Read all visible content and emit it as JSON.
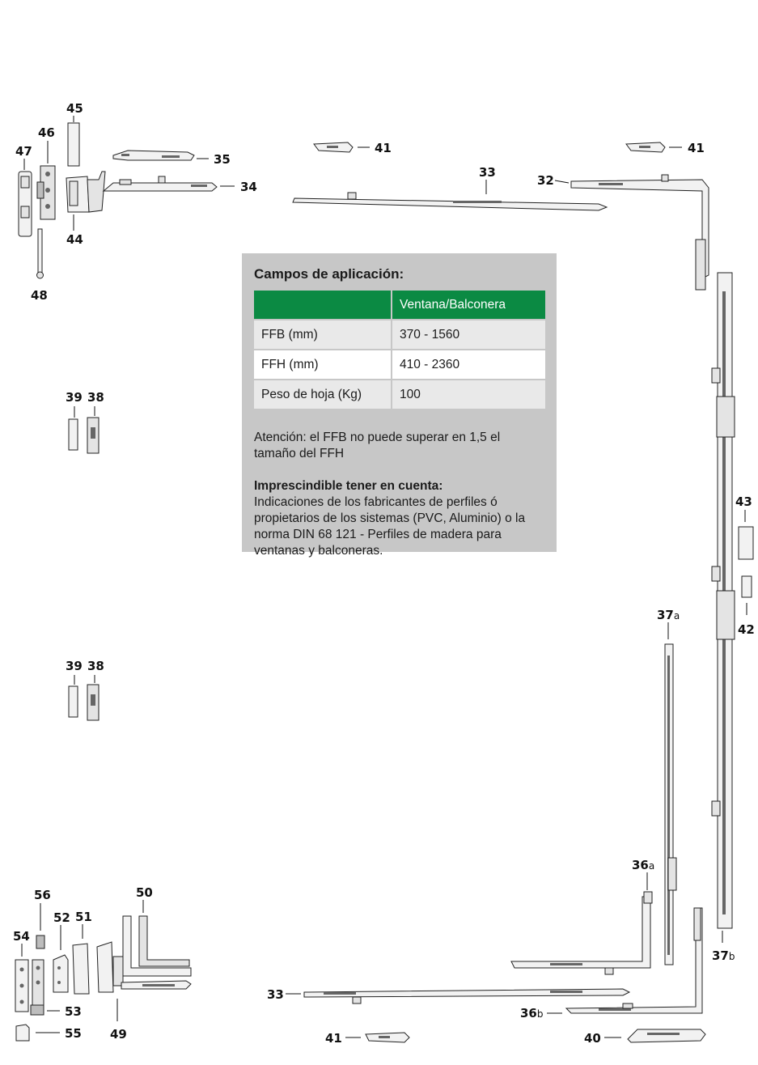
{
  "labels": {
    "n45": "45",
    "n46": "46",
    "n47": "47",
    "n35": "35",
    "n34": "34",
    "n44": "44",
    "n48": "48",
    "n41_left": "41",
    "n41_right": "41",
    "n33_top": "33",
    "n32": "32",
    "n39_top": "39",
    "n38_top": "38",
    "n39_mid": "39",
    "n38_mid": "38",
    "n43": "43",
    "n42": "42",
    "n37a_num": "37",
    "n37a_sub": "a",
    "n36a_num": "36",
    "n36a_sub": "a",
    "n37b_num": "37",
    "n37b_sub": "b",
    "n36b_num": "36",
    "n36b_sub": "b",
    "n56": "56",
    "n52": "52",
    "n51": "51",
    "n50": "50",
    "n54": "54",
    "n53": "53",
    "n55": "55",
    "n49": "49",
    "n33_bottom": "33",
    "n41_bottom": "41",
    "n40": "40"
  },
  "panel": {
    "title": "Campos de aplicación:",
    "table": {
      "header": [
        "",
        "Ventana/Balconera"
      ],
      "rows": [
        [
          "FFB (mm)",
          "370 - 1560"
        ],
        [
          "FFH (mm)",
          "410 - 2360"
        ],
        [
          "Peso de hoja (Kg)",
          "100"
        ]
      ]
    },
    "note": "Atención: el FFB no puede superar en 1,5 el tamaño del FFH",
    "tips_title": "Imprescindible tener en cuenta:",
    "tips_body": "Indicaciones de los fabricantes de perfiles ó propietarios de los sistemas (PVC, Aluminio) o la norma DIN 68 121 - Perfiles de madera para ventanas y balconeras."
  },
  "colors": {
    "panel_bg": "#c7c7c7",
    "table_header": "#0b8a43",
    "row_light": "#e9e9e9",
    "row_white": "#ffffff"
  }
}
